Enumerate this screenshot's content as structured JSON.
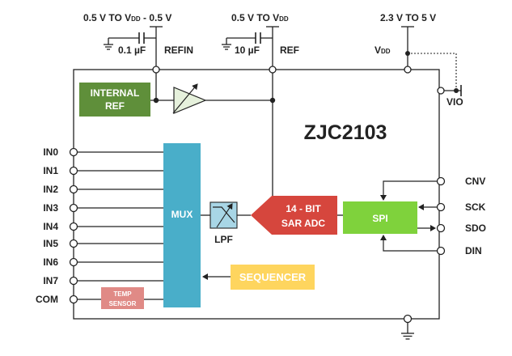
{
  "supplies": {
    "refin_range": "0.5 V TO V",
    "refin_range_sub": "DD",
    "refin_range_tail": " - 0.5 V",
    "ref_range": "0.5 V TO V",
    "ref_range_sub": "DD",
    "vdd_range": "2.3 V TO 5  V",
    "refin_cap": "0.1 µF",
    "refin_pin": "REFIN",
    "ref_cap": "10 µF",
    "ref_pin": "REF",
    "vdd_pin": "V",
    "vdd_pin_sub": "DD",
    "vio_pin": "VIO"
  },
  "chip": {
    "name": "ZJC2103",
    "internal_ref_line1": "INTERNAL",
    "internal_ref_line2": "REF",
    "mux": "MUX",
    "lpf": "LPF",
    "adc_line1": "14 - BIT",
    "adc_line2": "SAR ADC",
    "spi": "SPI",
    "sequencer": "SEQUENCER",
    "temp_line1": "TEMP",
    "temp_line2": "SENSOR"
  },
  "inputs": [
    "IN0",
    "IN1",
    "IN2",
    "IN3",
    "IN4",
    "IN5",
    "IN6",
    "IN7",
    "COM"
  ],
  "spi_pins": [
    "CNV",
    "SCK",
    "SDO",
    "DIN"
  ],
  "colors": {
    "internal_ref": "#5f8f3a",
    "mux": "#49aec9",
    "adc": "#d6463d",
    "spi": "#7fd23c",
    "sequencer": "#fed55e",
    "temp_sensor": "#e08a86",
    "amp": "#e6f1dc",
    "lpf": "#a8d6e6"
  }
}
